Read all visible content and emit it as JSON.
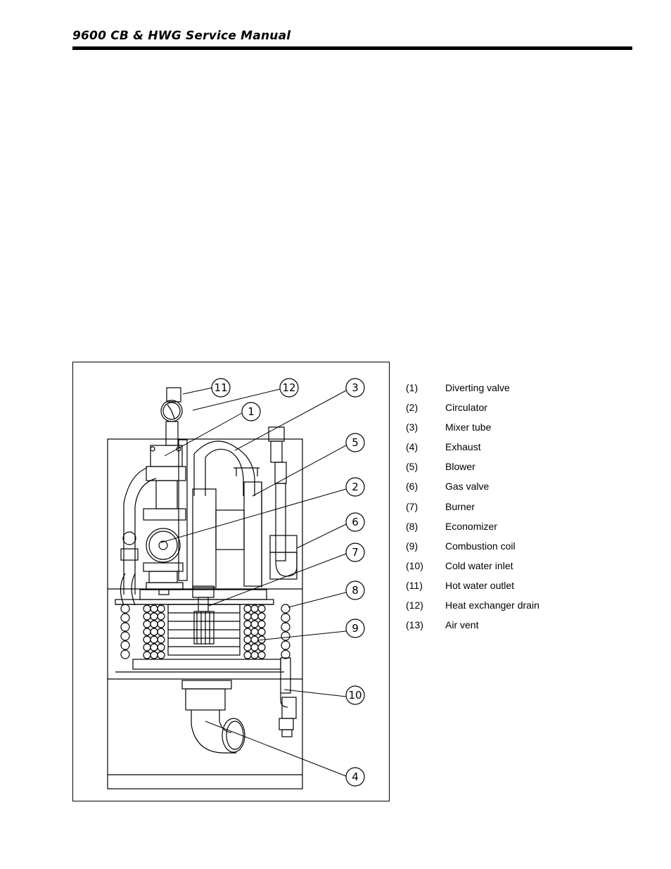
{
  "header": {
    "title": "9600 CB & HWG Service Manual"
  },
  "figure": {
    "callouts": [
      "11",
      "12",
      "3",
      "1",
      "5",
      "2",
      "6",
      "7",
      "8",
      "9",
      "10",
      "4"
    ]
  },
  "legend": {
    "items": [
      {
        "num": "(1)",
        "label": "Diverting valve"
      },
      {
        "num": "(2)",
        "label": "Circulator"
      },
      {
        "num": "(3)",
        "label": "Mixer tube"
      },
      {
        "num": "(4)",
        "label": "Exhaust"
      },
      {
        "num": "(5)",
        "label": "Blower"
      },
      {
        "num": "(6)",
        "label": "Gas valve"
      },
      {
        "num": "(7)",
        "label": "Burner"
      },
      {
        "num": "(8)",
        "label": "Economizer"
      },
      {
        "num": "(9)",
        "label": "Combustion coil"
      },
      {
        "num": "(10)",
        "label": "Cold water inlet"
      },
      {
        "num": "(11)",
        "label": "Hot water outlet"
      },
      {
        "num": "(12)",
        "label": "Heat exchanger drain"
      },
      {
        "num": "(13)",
        "label": "Air vent"
      }
    ]
  }
}
